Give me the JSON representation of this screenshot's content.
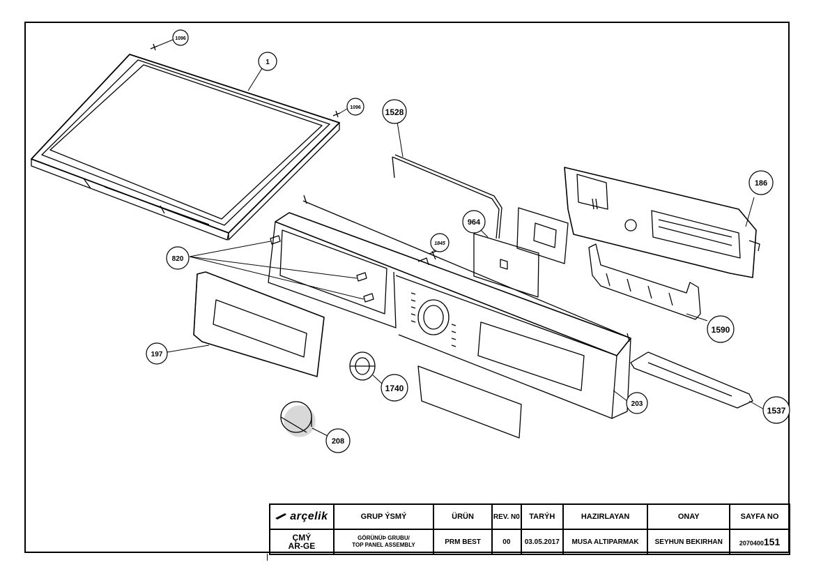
{
  "callouts": {
    "c1096a": "1096",
    "c1096b": "1096",
    "c1": "1",
    "c1528": "1528",
    "c186": "186",
    "c964": "964",
    "c1845": "1845",
    "c820": "820",
    "c197": "197",
    "c1590": "1590",
    "c1740": "1740",
    "c203": "203",
    "c1537": "1537",
    "c208": "208"
  },
  "title_block": {
    "logo": "arçelik",
    "headers": {
      "group_name": "GRUP ÝSMÝ",
      "product": "ÜRÜN",
      "rev_no": "REV. N0",
      "date": "TARÝH",
      "prepared_by": "HAZIRLAYAN",
      "approval": "ONAY",
      "page_no": "SAYFA NO"
    },
    "values": {
      "dept_line1": "ÇMÝ",
      "dept_line2": "AR-GE",
      "group_name_line1": "GÖRÜNÜÞ GRUBU/",
      "group_name_line2": "TOP PANEL ASSEMBLY",
      "product": "PRM BEST",
      "rev_no": "00",
      "date": "03.05.2017",
      "prepared_by": "MUSA ALTIPARMAK",
      "approval": "SEYHUN BEKIRHAN",
      "page_prefix": "2070400",
      "page_main": "151"
    }
  }
}
